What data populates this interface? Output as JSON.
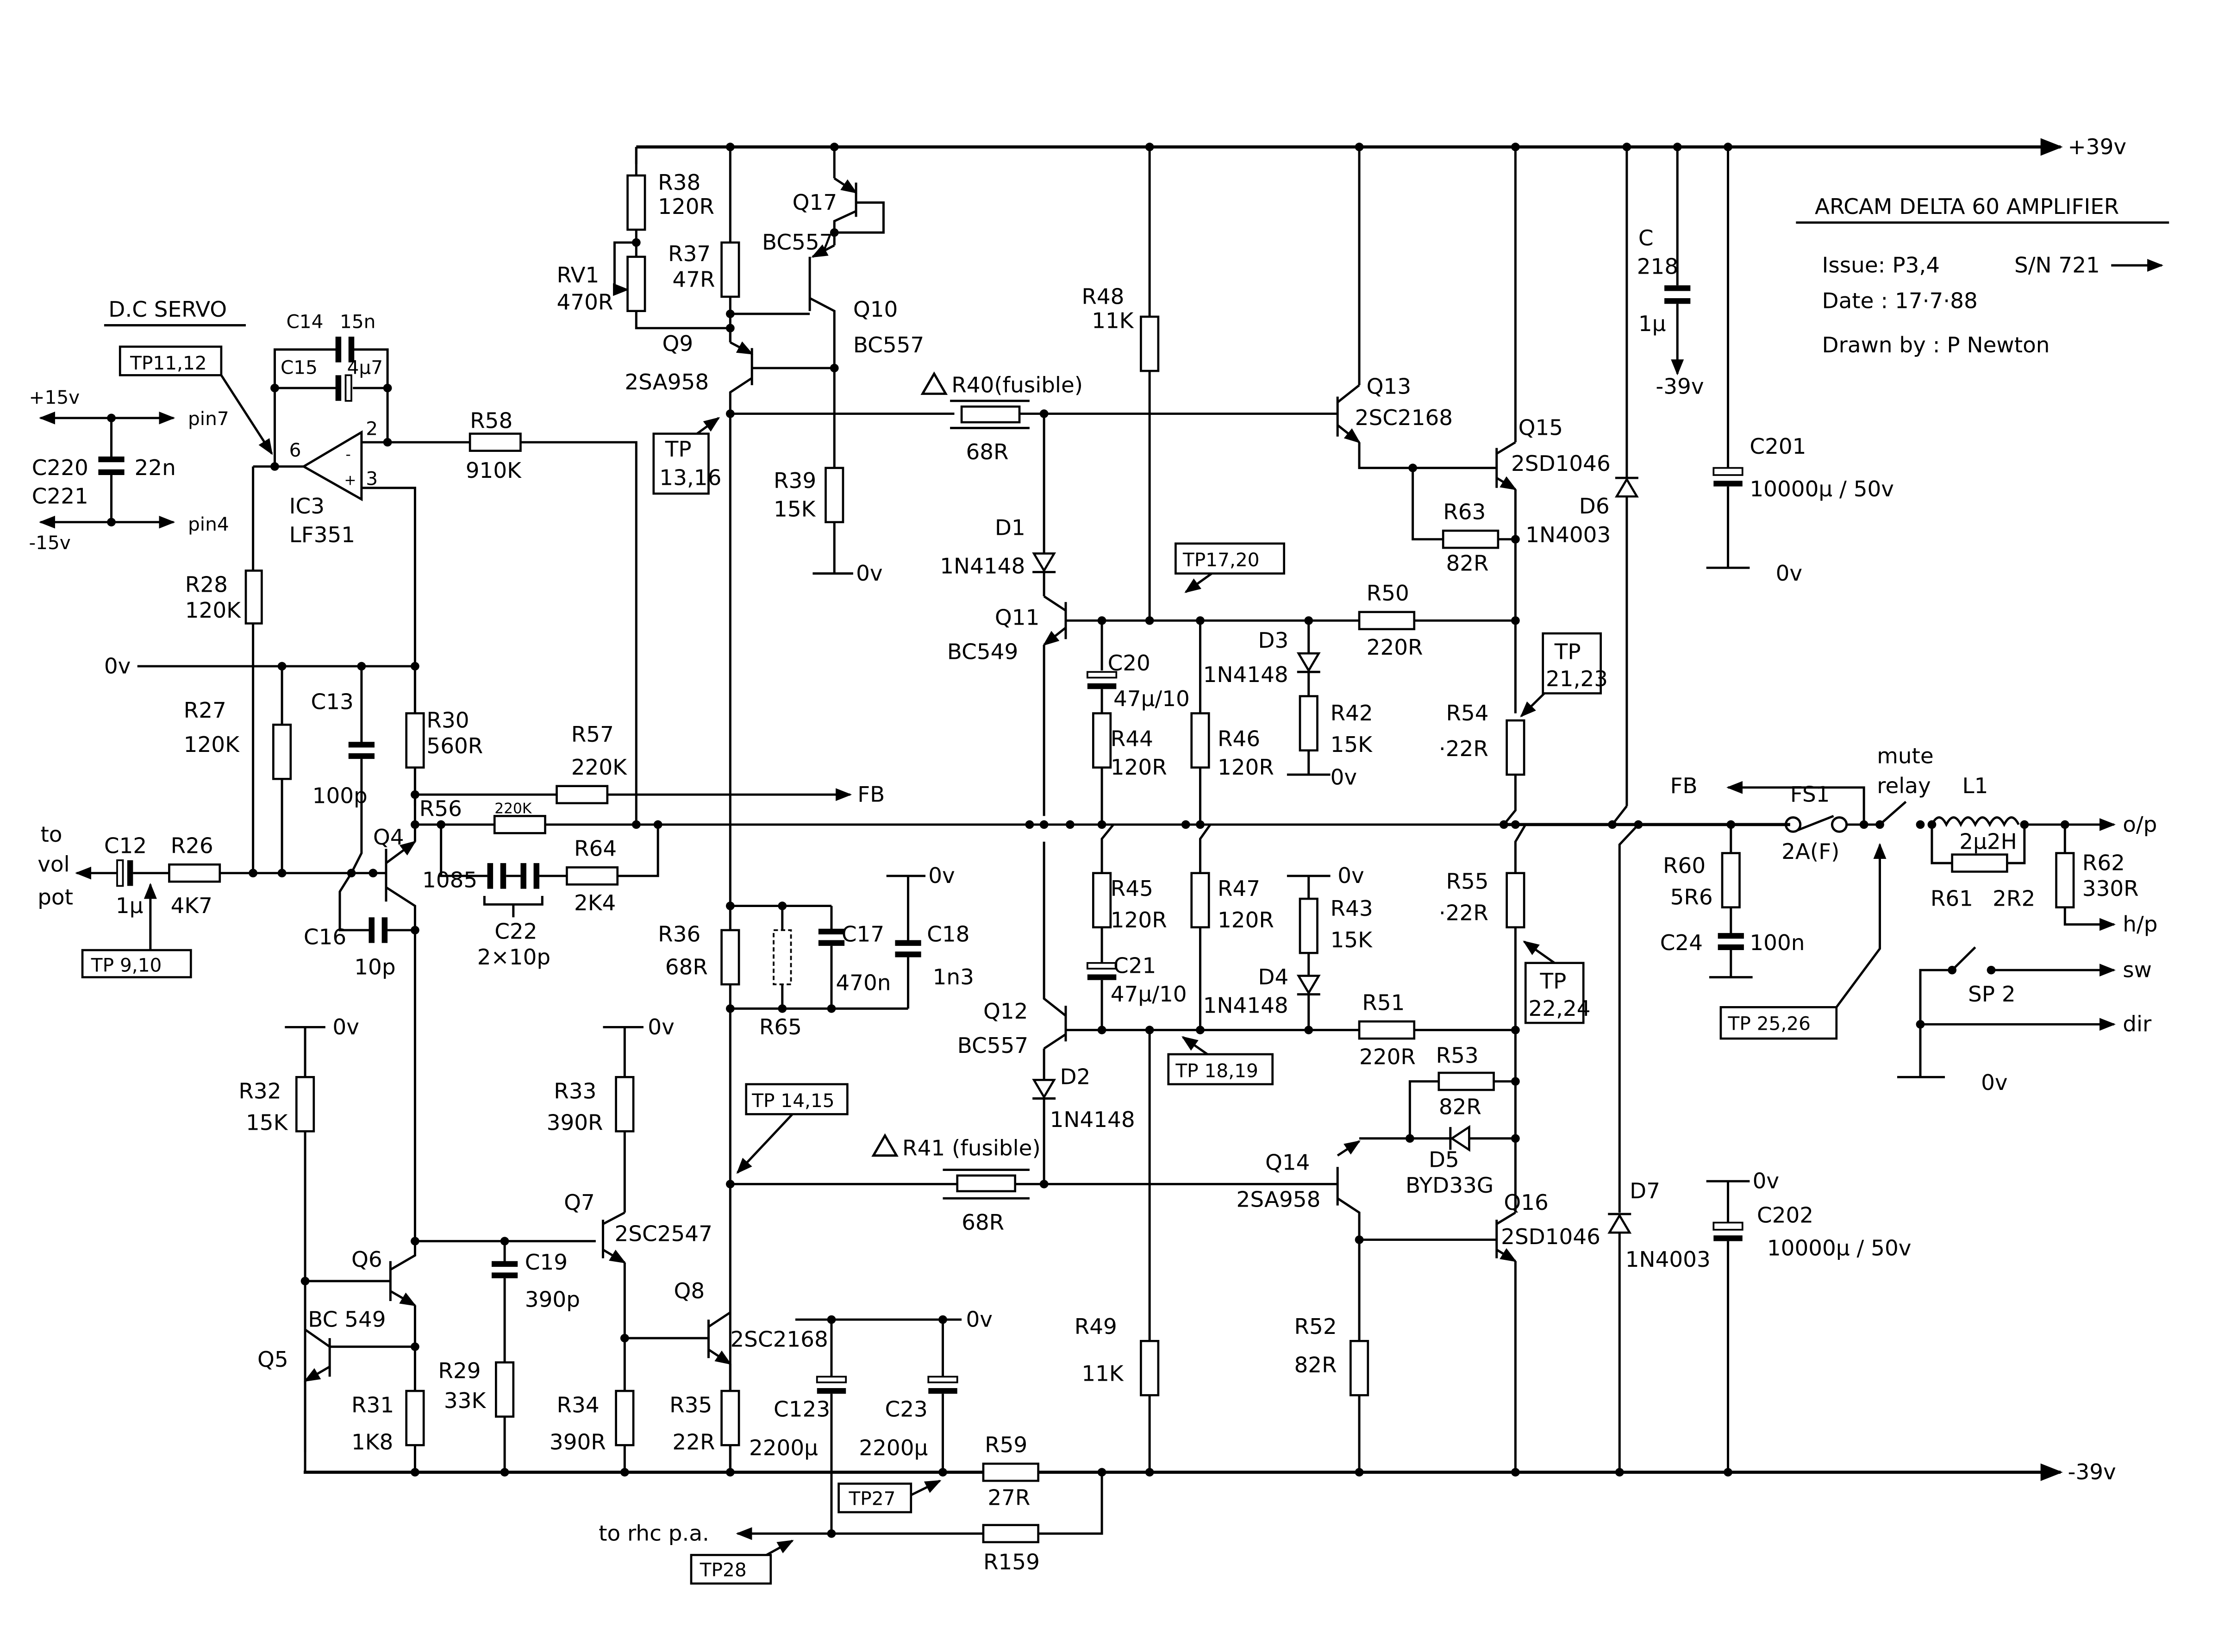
{
  "title_block": {
    "title": "ARCAM DELTA 60 AMPLIFIER",
    "issue": "Issue: P3,4",
    "serial": "S/N 721",
    "date": "Date : 17·7·88",
    "drawn_by": "Drawn by :   P Newton"
  },
  "rails": {
    "pos": "+39v",
    "neg": "-39v",
    "neg_c218": "-39v",
    "zero": "0v"
  },
  "dc_servo": {
    "heading": "D.C SERVO",
    "tp": "TP11,12",
    "pos_supply": "+15v",
    "neg_supply": "-15v",
    "pin7": "pin7",
    "pin4": "pin4",
    "c220": "C220",
    "c221": "C221",
    "c220_val": "22n",
    "c14": "C14",
    "c14_val": "15n",
    "c15": "C15",
    "c15_val": "4µ7",
    "ic_pin6": "6",
    "ic_pin2": "2",
    "ic_pin3": "3",
    "ic_minus": "-",
    "ic_plus": "+",
    "ic3": "IC3",
    "ic3_type": "LF351",
    "r28": "R28",
    "r28_val": "120K",
    "r58": "R58",
    "r58_val": "910K"
  },
  "input": {
    "to": "to",
    "vol": "vol",
    "pot": "pot",
    "c12": "C12",
    "c12_val": "1µ",
    "r26": "R26",
    "r26_val": "4K7",
    "tp": "TP 9,10",
    "zero": "0v",
    "r27": "R27",
    "r27_val": "120K",
    "c13": "C13",
    "c13_val": "100p",
    "r30": "R30",
    "r30_val": "560R",
    "q4": "Q4",
    "q4_type": "1085",
    "c16": "C16",
    "c16_val": "10p"
  },
  "feedback": {
    "r57": "R57",
    "r57_val": "220K",
    "fb": "FB",
    "r56": "R56",
    "r56_val": "220K",
    "r64": "R64",
    "r64_val": "2K4",
    "c22": "C22",
    "c22_val": "2×10p"
  },
  "bias": {
    "r38": "R38",
    "r38_val": "120R",
    "rv1": "RV1",
    "rv1_val": "470R",
    "r37": "R37",
    "r37_val": "47R",
    "q17": "Q17",
    "q17_type": "BC557",
    "q10": "Q10",
    "q10_type": "BC557",
    "q9": "Q9",
    "q9_type": "2SA958",
    "tp": "TP",
    "tp_nums": "13,16",
    "r39": "R39",
    "r39_val": "15K",
    "zero": "0v"
  },
  "vas": {
    "r36": "R36",
    "r36_val": "68R",
    "r65": "R65",
    "c17": "C17",
    "c17_val": "470n",
    "c18": "C18",
    "c18_val": "1n3",
    "zero": "0v",
    "tp1415": "TP 14,15",
    "r32": "R32",
    "r32_val": "15K",
    "zero_a": "0v",
    "r33": "R33",
    "r33_val": "390R",
    "zero_b": "0v",
    "q7": "Q7",
    "q7_type": "2SC2547",
    "q6": "Q6",
    "q6_type": "BC 549",
    "q5": "Q5",
    "c19": "C19",
    "c19_val": "390p",
    "r31": "R31",
    "r31_val": "1K8",
    "r29": "R29",
    "r29_val": "33K",
    "r34": "R34",
    "r34_val": "390R",
    "q8": "Q8",
    "q8_type": "2SC2168",
    "r35": "R35",
    "r35_val": "22R",
    "c123": "C123",
    "c123_val": "2200µ",
    "c23": "C23",
    "c23_val": "2200µ",
    "zero_c": "0v",
    "r59": "R59",
    "r59_val": "27R",
    "tp27": "TP27",
    "r159": "R159",
    "to_rhc": "to rhc p.a.",
    "tp28": "TP28"
  },
  "output_upper": {
    "r40": "R40(fusible)",
    "r40_val": "68R",
    "r48": "R48",
    "r48_val": "11K",
    "q13": "Q13",
    "q13_type": "2SC2168",
    "q15": "Q15",
    "q15_type": "2SD1046",
    "r63": "R63",
    "r63_val": "82R",
    "d6": "D6",
    "d6_type": "1N4003",
    "d1": "D1",
    "d1_type": "1N4148",
    "q11": "Q11",
    "q11_type": "BC549",
    "tp1720": "TP17,20",
    "r50": "R50",
    "r50_val": "220R",
    "d3": "D3",
    "d3_type": "1N4148",
    "r42": "R42",
    "r42_val": "15K",
    "zero": "0v",
    "c20": "C20",
    "c20_val": "47µ/10",
    "r44": "R44",
    "r44_val": "120R",
    "r46": "R46",
    "r46_val": "120R",
    "tp2123": "TP",
    "tp2123_nums": "21,23",
    "r54": "R54",
    "r54_val": "·22R",
    "c218": "C",
    "c218_num": "218",
    "c218_val": "1µ",
    "c201": "C201",
    "c201_val": "10000µ / 50v",
    "zero_c201": "0v"
  },
  "output_lower": {
    "r45": "R45",
    "r45_val": "120R",
    "r47": "R47",
    "r47_val": "120R",
    "r43": "R43",
    "r43_val": "15K",
    "zero": "0v",
    "c21": "C21",
    "c21_val": "47µ/10",
    "d4": "D4",
    "d4_type": "1N4148",
    "r55": "R55",
    "r55_val": "·22R",
    "tp2224": "TP",
    "tp2224_nums": "22,24",
    "q12": "Q12",
    "q12_type": "BC557",
    "d2": "D2",
    "d2_type": "1N4148",
    "r51": "R51",
    "r51_val": "220R",
    "tp1819": "TP 18,19",
    "r53": "R53",
    "r53_val": "82R",
    "q14": "Q14",
    "q14_type": "2SA958",
    "d5": "D5",
    "d5_type": "BYD33G",
    "r41": "R41 (fusible)",
    "r41_val": "68R",
    "q16": "Q16",
    "q16_type": "2SD1046",
    "d7": "D7",
    "d7_type": "1N4003",
    "c202": "C202",
    "c202_val": "10000µ / 50v",
    "zero_c202": "0v",
    "r49": "R49",
    "r49_val": "11K",
    "r52": "R52",
    "r52_val": "82R"
  },
  "output_stage": {
    "fb": "FB",
    "fs1": "FS1",
    "fs1_val": "2A(F)",
    "mute": "mute",
    "relay": "relay",
    "l1": "L1",
    "l1_val": "2µ2H",
    "r61": "R61",
    "r61_val": "2R2",
    "r62": "R62",
    "r62_val": "330R",
    "op": "o/p",
    "hp": "h/p",
    "r60": "R60",
    "r60_val": "5R6",
    "c24": "C24",
    "c24_val": "100n",
    "tp2526": "TP 25,26",
    "sp2": "SP 2",
    "sw": "sw",
    "dir": "dir",
    "zero": "0v"
  }
}
